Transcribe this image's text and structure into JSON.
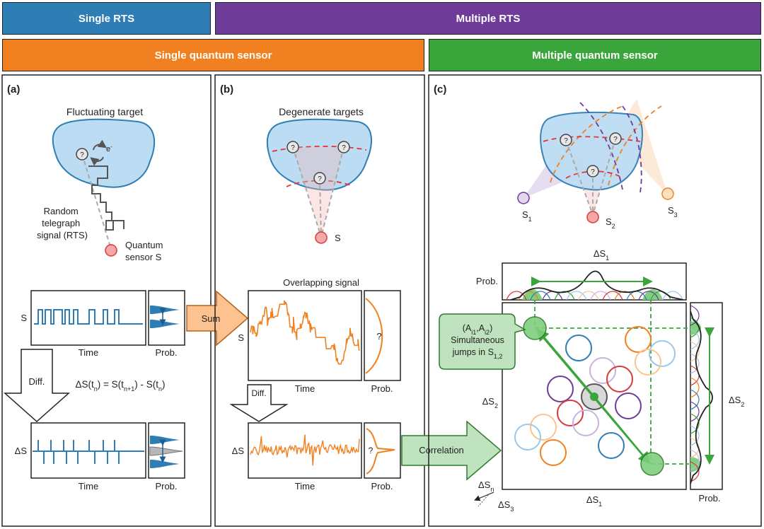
{
  "banners": {
    "single_rts": "Single RTS",
    "multiple_rts": "Multiple RTS",
    "single_sensor": "Single quantum sensor",
    "multiple_sensor": "Multiple quantum sensor"
  },
  "panel_a": {
    "label": "(a)",
    "title": "Fluctuating target",
    "site": "?",
    "electron": "e",
    "electron_sup": "-",
    "rts_label": [
      "Random",
      "telegraph",
      "signal (RTS)"
    ],
    "sensor_label": [
      "Quantum",
      "sensor S"
    ],
    "plot1_ylabel": "S",
    "plot1_xlabel": "Time",
    "prob_label": "Prob.",
    "diff_label": "Diff.",
    "formula": "ΔS(tn) = S(tn+1) - S(tn)",
    "plot2_ylabel": "ΔS",
    "plot2_xlabel": "Time",
    "prob2_label": "Prob."
  },
  "sum_arrow": "Sum",
  "panel_b": {
    "label": "(b)",
    "title": "Degenerate targets",
    "site": "?",
    "sensor": "S",
    "plot_title": "Overlapping signal",
    "plot1_ylabel": "S",
    "plot1_xlabel": "Time",
    "prob_label": "Prob.",
    "unknown": "?",
    "diff_label": "Diff.",
    "plot2_ylabel": "ΔS",
    "plot2_xlabel": "Time",
    "prob2_label": "Prob."
  },
  "correlation_arrow": "Correlation",
  "panel_c": {
    "label": "(c)",
    "site": "?",
    "sensor1": "S1",
    "sensor2": "S2",
    "sensor3": "S3",
    "top_axis": "ΔS1",
    "prob_top": "Prob.",
    "left_axis": "ΔS2",
    "right_axis": "ΔS2",
    "bottom_axis": "ΔS1",
    "prob_right": "Prob.",
    "callout": [
      "(Ai1,Ai2)",
      "Simultaneous",
      "jumps in S1,2"
    ],
    "axis_n": "ΔSn",
    "axis_3": "ΔS3"
  },
  "colors": {
    "blue": "#2e7db5",
    "purple": "#6e3b99",
    "orange": "#f08020",
    "green": "#3aa53a",
    "target_fill": "#bcdcf3",
    "red": "#d9383a"
  }
}
